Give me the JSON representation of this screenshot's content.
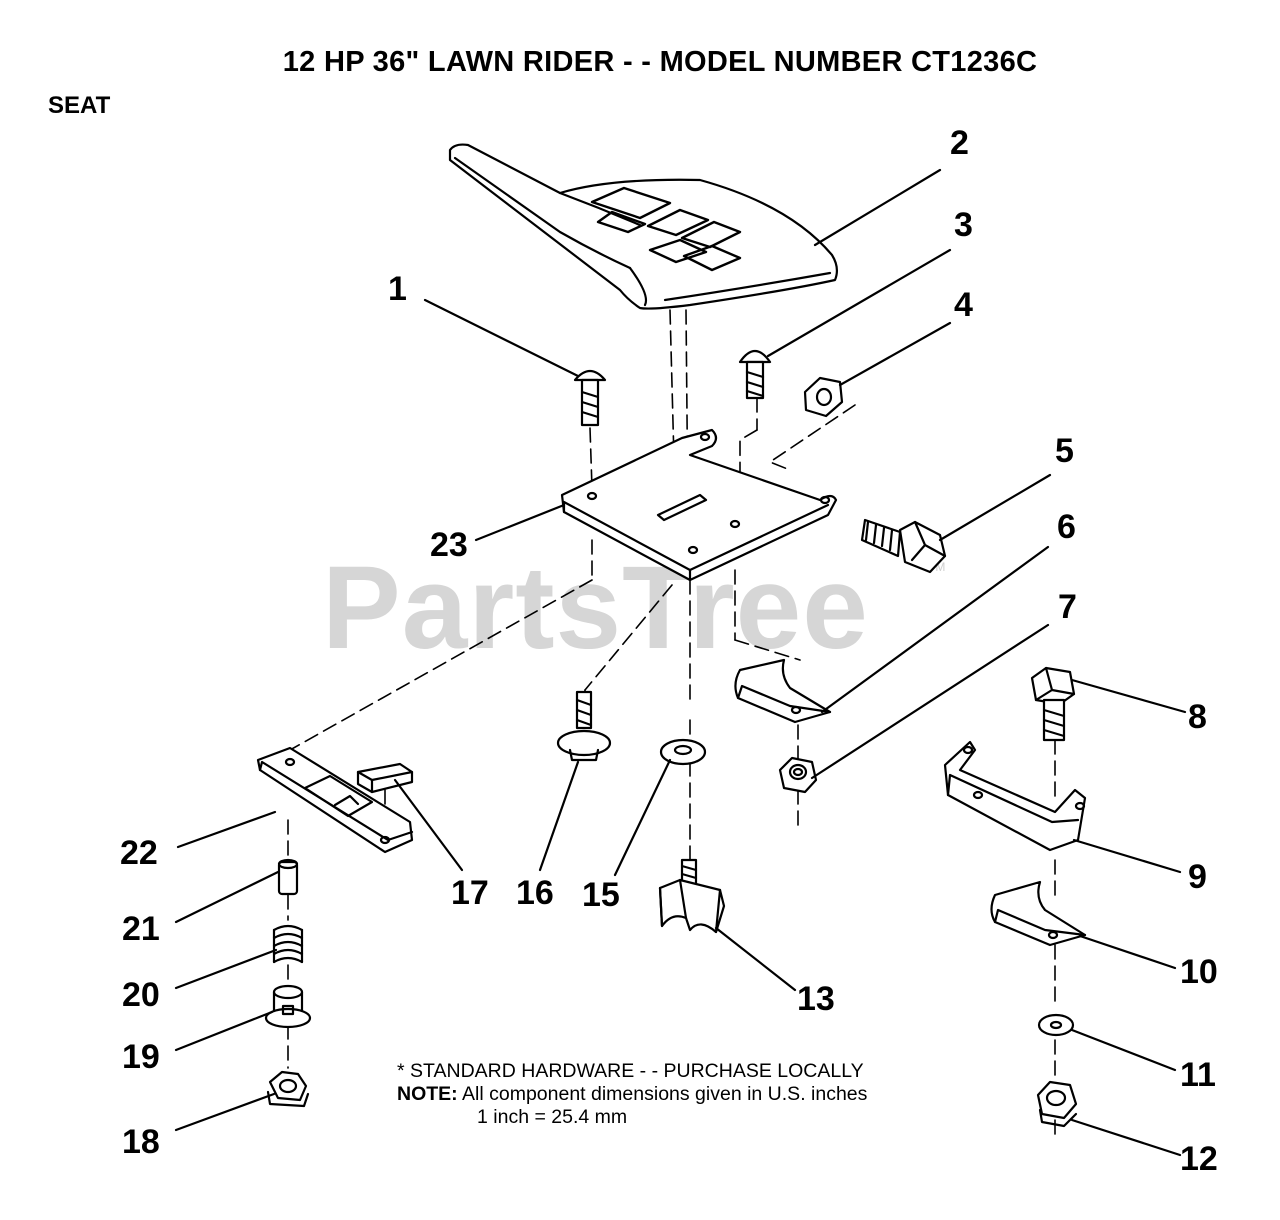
{
  "header": {
    "title": "12 HP 36\" LAWN RIDER - - MODEL NUMBER CT1236C",
    "section": "SEAT"
  },
  "watermark": {
    "text": "PartsTree",
    "tm": "TM"
  },
  "parts": [
    {
      "num": "1"
    },
    {
      "num": "2"
    },
    {
      "num": "3"
    },
    {
      "num": "4"
    },
    {
      "num": "5"
    },
    {
      "num": "6"
    },
    {
      "num": "7"
    },
    {
      "num": "8"
    },
    {
      "num": "9"
    },
    {
      "num": "10"
    },
    {
      "num": "11"
    },
    {
      "num": "12"
    },
    {
      "num": "13"
    },
    {
      "num": "15"
    },
    {
      "num": "16"
    },
    {
      "num": "17"
    },
    {
      "num": "18"
    },
    {
      "num": "19"
    },
    {
      "num": "20"
    },
    {
      "num": "21"
    },
    {
      "num": "22"
    },
    {
      "num": "23"
    }
  ],
  "notes": {
    "hardware": "* STANDARD HARDWARE - - PURCHASE LOCALLY",
    "note_label": "NOTE:",
    "note_text": "All component dimensions given in U.S. inches",
    "conversion": "1 inch = 25.4 mm"
  }
}
